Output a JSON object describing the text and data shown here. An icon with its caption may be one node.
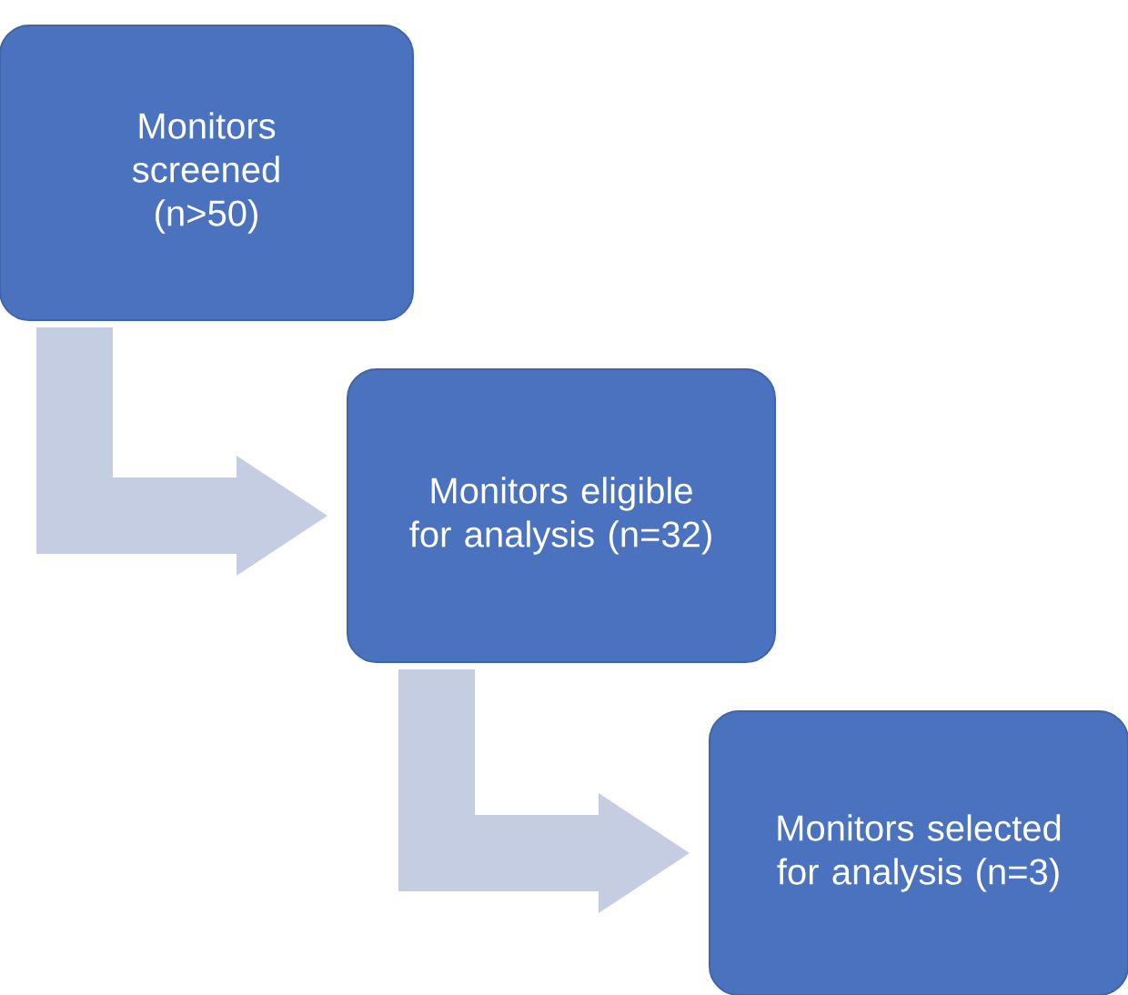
{
  "diagram": {
    "nodes": [
      {
        "text": [
          "Monitors screened (n>50)"
        ]
      },
      {
        "text": [
          "Monitors eligible for analysis (n=32)"
        ]
      },
      {
        "text": [
          "Monitors selected for analysis (n=3)"
        ]
      }
    ],
    "edges": [
      {
        "from": 0,
        "to": 1,
        "arrow": "to"
      },
      {
        "from": 1,
        "to": 2,
        "arrow": "to"
      }
    ]
  }
}
